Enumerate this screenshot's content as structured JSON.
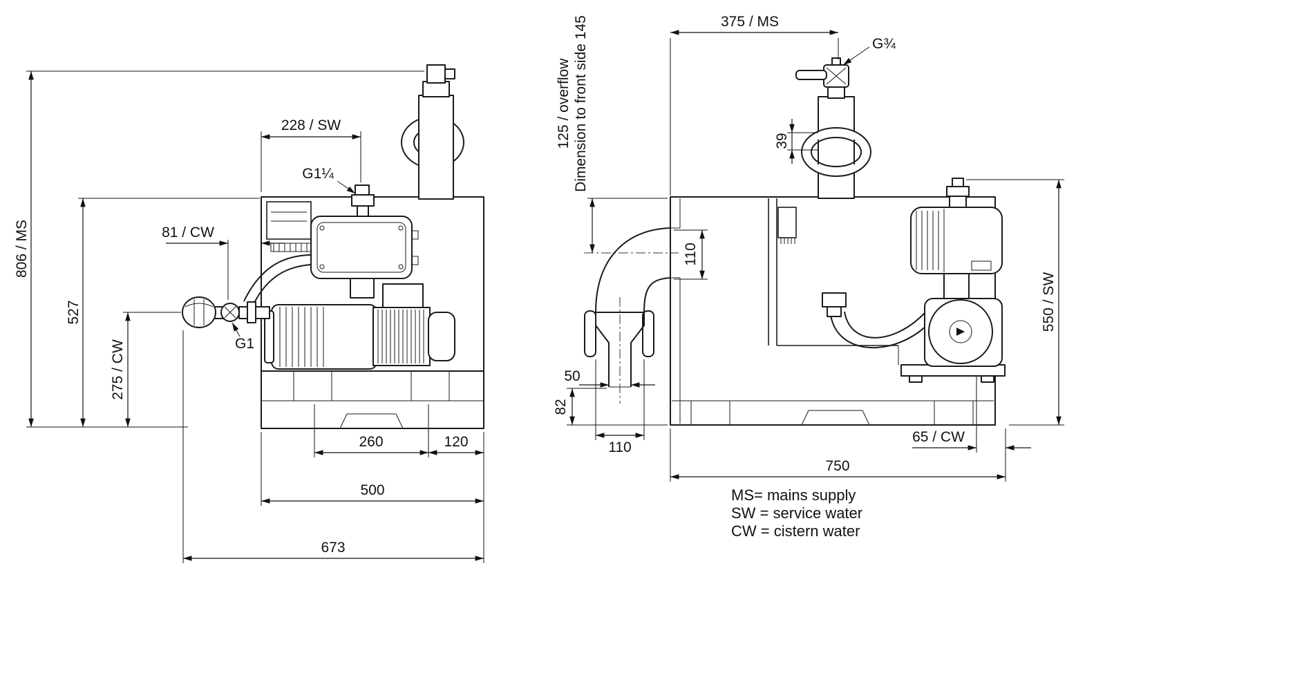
{
  "left": {
    "dims": {
      "d806": "806 / MS",
      "d527": "527",
      "d275": "275 / CW",
      "d228": "228 / SW",
      "d81": "81 / CW",
      "d260": "260",
      "d120": "120",
      "d500": "500",
      "d673": "673"
    },
    "labels": {
      "g114": "G1¼",
      "g1": "G1"
    }
  },
  "right": {
    "dims": {
      "d375": "375 / MS",
      "d125": "125 / overflow",
      "d145": "Dimension to front side 145",
      "d39": "39",
      "d110_inlet": "110",
      "d50": "50",
      "d82": "82",
      "d110_tundish": "110",
      "d550": "550 / SW",
      "d65": "65 / CW",
      "d750": "750"
    },
    "labels": {
      "g34": "G¾"
    }
  },
  "legend": {
    "ms": "MS= mains supply",
    "sw": "SW = service water",
    "cw": "CW = cistern water"
  }
}
